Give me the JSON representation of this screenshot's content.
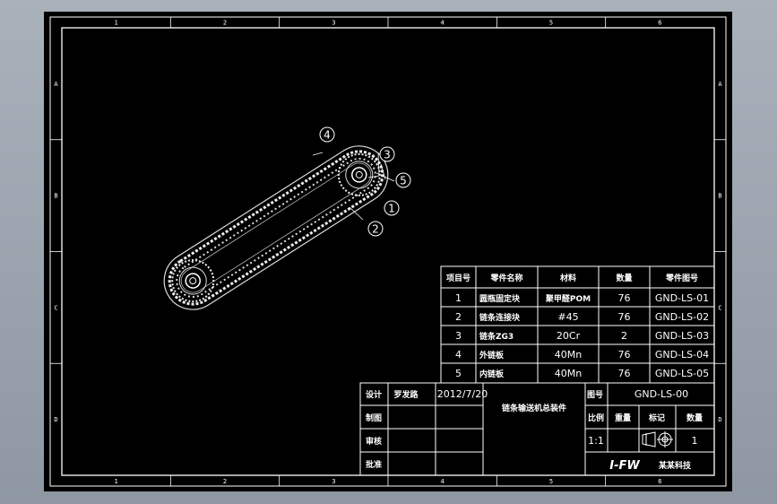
{
  "zones": {
    "columns": [
      "1",
      "2",
      "3",
      "4",
      "5",
      "6"
    ],
    "rows": [
      "A",
      "B",
      "C",
      "D"
    ]
  },
  "balloons": [
    "1",
    "2",
    "3",
    "4",
    "5"
  ],
  "bom": {
    "headers": [
      "项目号",
      "零件名称",
      "材料",
      "数量",
      "零件图号"
    ],
    "rows": [
      [
        "1",
        "圆瓶固定块",
        "聚甲醛POM",
        "76",
        "GND-LS-01"
      ],
      [
        "2",
        "链条连接块",
        "#45",
        "76",
        "GND-LS-02"
      ],
      [
        "3",
        "链条ZG3",
        "20Cr",
        "2",
        "GND-LS-03"
      ],
      [
        "4",
        "外链板",
        "40Mn",
        "76",
        "GND-LS-04"
      ],
      [
        "5",
        "内链板",
        "40Mn",
        "76",
        "GND-LS-05"
      ]
    ]
  },
  "title_block": {
    "designer_label": "设计",
    "designer_name": "罗发路",
    "date": "2012/7/20",
    "drawing_name": "链条输送机总装件",
    "drawing_no_label": "图号",
    "drawing_no": "GND-LS-00",
    "checker_label": "制图",
    "reviewer_label": "审核",
    "approver_label": "批准",
    "scale_label": "比例",
    "weight_label": "重量",
    "mark_label": "标记",
    "qty_label": "数量",
    "scale_value": "1:1",
    "qty_value": "1",
    "company_logo": "I-FW",
    "company_name": "某某科技"
  }
}
